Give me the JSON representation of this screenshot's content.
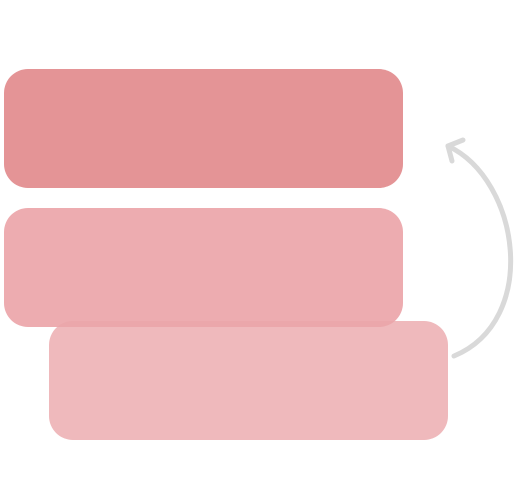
{
  "cards": [
    {
      "id": "top",
      "color": "#e49496",
      "opacity": 1
    },
    {
      "id": "middle",
      "color": "#eba5a9",
      "opacity": 0.92
    },
    {
      "id": "bottom",
      "color": "#eba5a9",
      "opacity": 0.78
    }
  ],
  "arrow": {
    "icon": "curved-arrow-up-icon",
    "color": "#d9d9d9"
  }
}
